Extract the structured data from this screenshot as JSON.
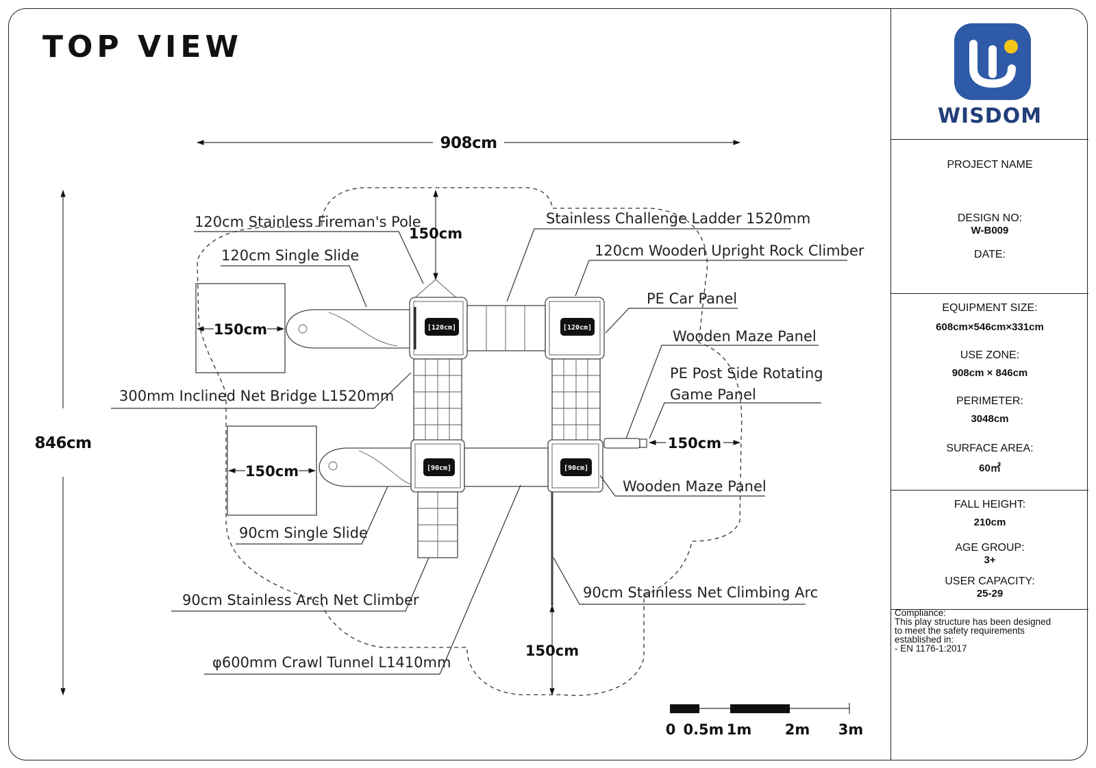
{
  "title": "TOP VIEW",
  "dimensions": {
    "width": "908cm",
    "height": "846cm",
    "clearance_top": "150cm",
    "clearance_bottom": "150cm",
    "clearance_right": "150cm",
    "slide_upper_zone": "150cm",
    "slide_lower_zone": "150cm"
  },
  "labels": {
    "fireman_pole": "120cm Stainless Fireman's Pole",
    "single_slide_120": "120cm Single Slide",
    "challenge_ladder": "Stainless Challenge Ladder 1520mm",
    "rock_climber": "120cm Wooden Upright Rock Climber",
    "pe_car_panel": "PE Car Panel",
    "maze_panel_upper": "Wooden Maze Panel",
    "rotating_panel_line1": "PE Post Side Rotating",
    "rotating_panel_line2": "Game Panel",
    "net_bridge": "300mm Inclined Net Bridge L1520mm",
    "maze_panel_lower": "Wooden Maze Panel",
    "single_slide_90": "90cm Single Slide",
    "arch_net_climber": "90cm Stainless Arch Net Climber",
    "net_climbing_arc": "90cm Stainless Net Climbing Arc",
    "crawl_tunnel": "φ600mm Crawl Tunnel L1410mm"
  },
  "platform_tags": [
    "[120cm]",
    "[120cm]",
    "[90cm]",
    "[90cm]"
  ],
  "scale_bar": [
    "0",
    "0.5m",
    "1m",
    "2m",
    "3m"
  ],
  "brand": {
    "name": "WISDOM",
    "color": "#2e5aa7",
    "accent": "#f5c518"
  },
  "info": {
    "project_name_label": "PROJECT NAME",
    "design_no_label": "DESIGN NO:",
    "design_no": "W-B009",
    "date_label": "DATE:",
    "equipment_size_label": "EQUIPMENT SIZE:",
    "equipment_size": "608cm×546cm×331cm",
    "use_zone_label": "USE ZONE:",
    "use_zone": "908cm × 846cm",
    "perimeter_label": "PERIMETER:",
    "perimeter": "3048cm",
    "surface_area_label": "SURFACE AREA:",
    "surface_area": "60㎡",
    "fall_height_label": "FALL HEIGHT:",
    "fall_height": "210cm",
    "age_group_label": "AGE GROUP:",
    "age_group": "3+",
    "user_capacity_label": "USER CAPACITY:",
    "user_capacity": "25-29"
  },
  "compliance": {
    "heading": "Compliance:",
    "line1": "This play structure has been designed",
    "line2": "to meet the safety requirements",
    "line3": "established in:",
    "standard": "-    EN 1176-1:2017"
  }
}
